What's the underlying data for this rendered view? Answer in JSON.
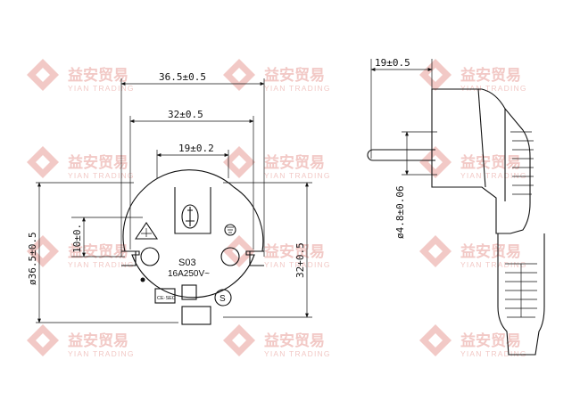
{
  "watermark": {
    "name_cn": "益安贸易",
    "name_en": "YIAN TRADING",
    "color": "#f2c9c6"
  },
  "dimensions": {
    "width_outer": "36.5±0.5",
    "width_pins": "32±0.5",
    "width_earth": "19±0.2",
    "diameter": "ø36.5±0.5",
    "offset": "10±0.",
    "height": "32+0.5",
    "plug_depth": "19±0.5",
    "pin_diameter": "ø4.8±0.06"
  },
  "face_labels": {
    "model": "S03",
    "rating": "16A250V~",
    "mark_1": "CE·SEC"
  }
}
